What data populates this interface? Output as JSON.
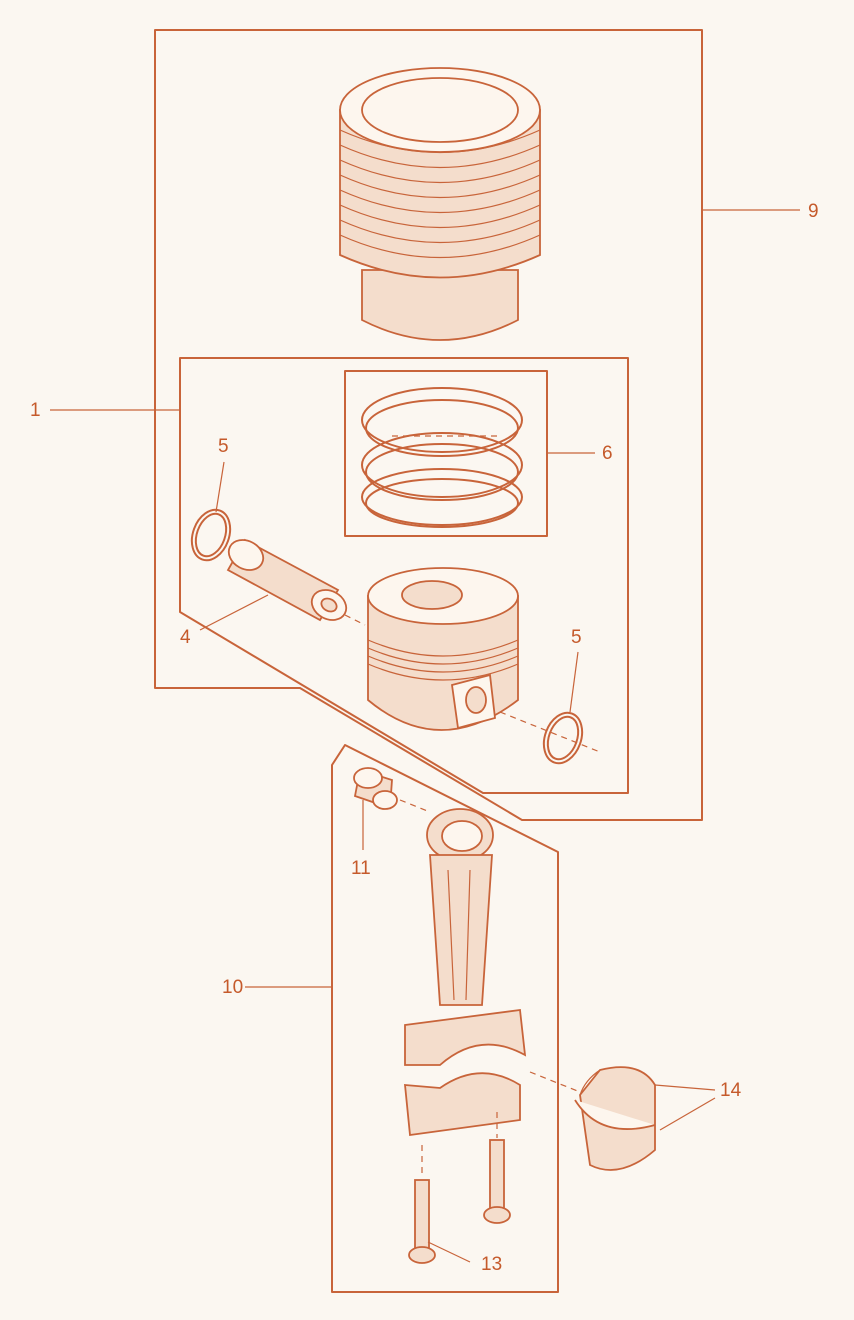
{
  "diagram": {
    "colors": {
      "line": "#c8643a",
      "fill": "#f4ddcc",
      "background": "#fbf7f1"
    },
    "callouts": [
      {
        "id": "c1",
        "text": "1"
      },
      {
        "id": "c4",
        "text": "4"
      },
      {
        "id": "c5a",
        "text": "5"
      },
      {
        "id": "c5b",
        "text": "5"
      },
      {
        "id": "c6",
        "text": "6"
      },
      {
        "id": "c9",
        "text": "9"
      },
      {
        "id": "c10",
        "text": "10"
      },
      {
        "id": "c11",
        "text": "11"
      },
      {
        "id": "c13",
        "text": "13"
      },
      {
        "id": "c14",
        "text": "14"
      }
    ]
  }
}
